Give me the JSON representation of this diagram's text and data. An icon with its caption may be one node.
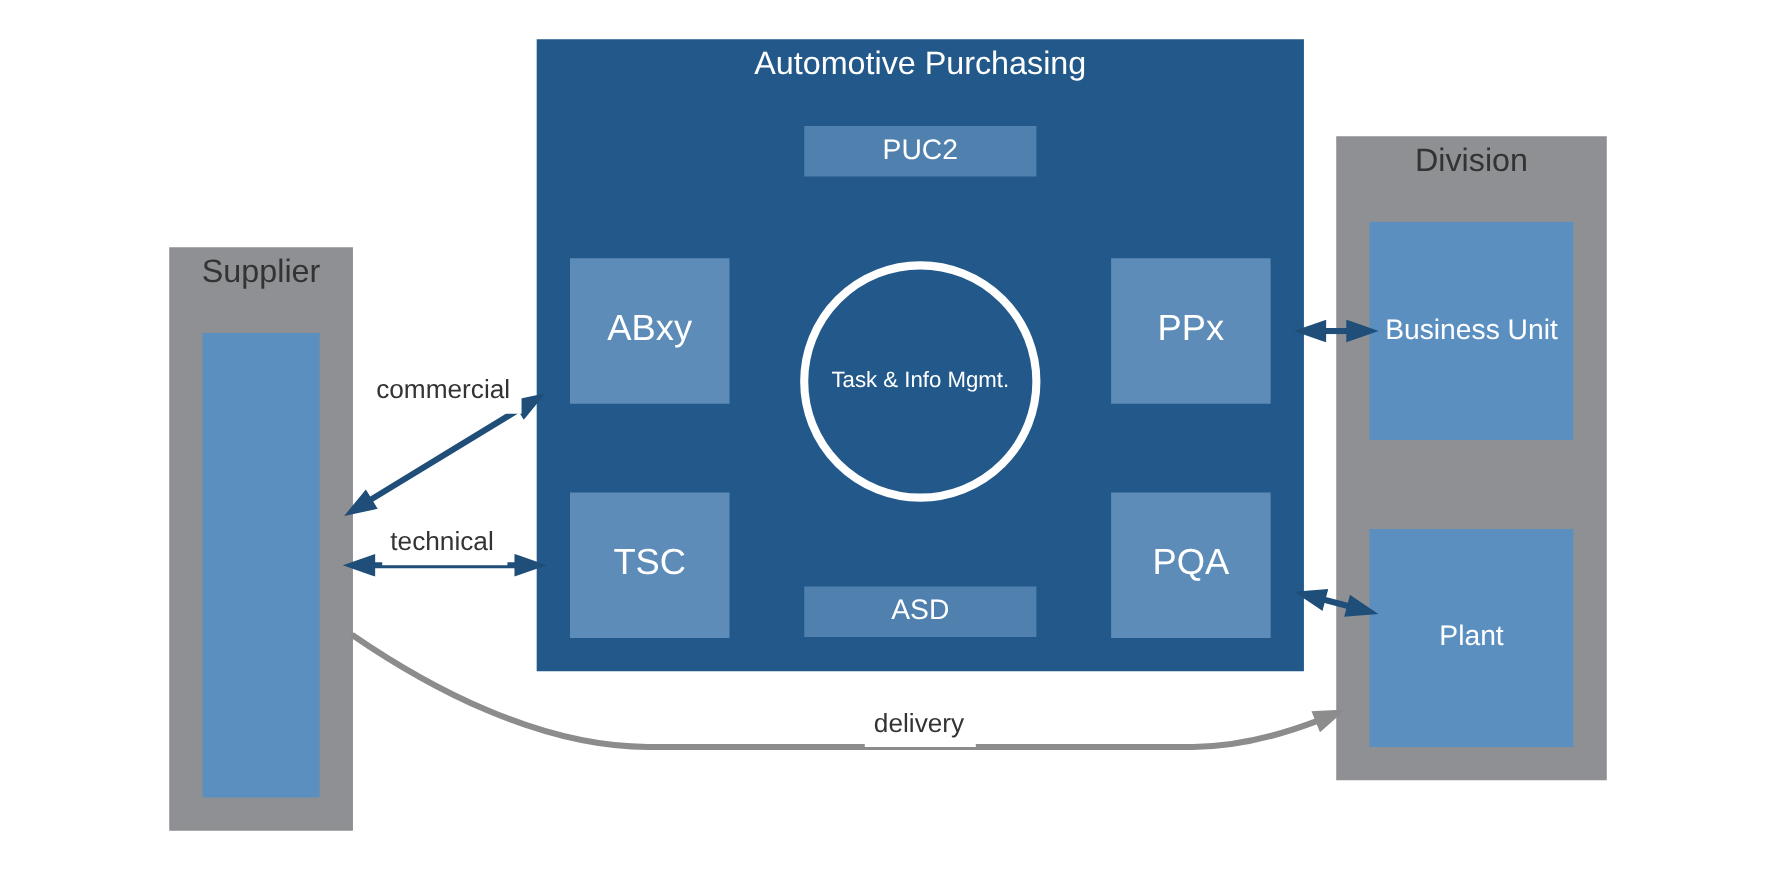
{
  "diagram": {
    "nodes": [
      {
        "text": [
          "Supplier"
        ]
      },
      {
        "text": [],
        "shape": "box",
        "in": 0
      },
      {
        "text": [
          "Automotive Purchasing"
        ]
      },
      {
        "text": [
          "PUC2"
        ],
        "in": 2
      },
      {
        "text": [
          "ABxy"
        ],
        "in": 2
      },
      {
        "text": [
          "PPx"
        ],
        "in": 2
      },
      {
        "text": [
          "TSC"
        ],
        "in": 2
      },
      {
        "text": [
          "PQA"
        ],
        "in": 2
      },
      {
        "text": [
          "Task & Info Mgmt."
        ],
        "in": 2
      },
      {
        "text": [
          "ASD"
        ],
        "in": 2
      },
      {
        "text": [
          "Division"
        ]
      },
      {
        "text": [
          "Business Unit"
        ],
        "in": 10
      },
      {
        "text": [
          "Plant"
        ],
        "in": 10
      }
    ],
    "edges": [
      {
        "from": 0,
        "to": 2,
        "arrow": "both",
        "label": "commercial"
      },
      {
        "from": 0,
        "to": 2,
        "arrow": "both",
        "label": "technical"
      },
      {
        "from": 2,
        "to": 11,
        "arrow": "both"
      },
      {
        "from": 2,
        "to": 12,
        "arrow": "both"
      },
      {
        "from": 0,
        "to": 10,
        "arrow": "to",
        "label": "delivery",
        "color": "#8c8c8c"
      }
    ]
  }
}
